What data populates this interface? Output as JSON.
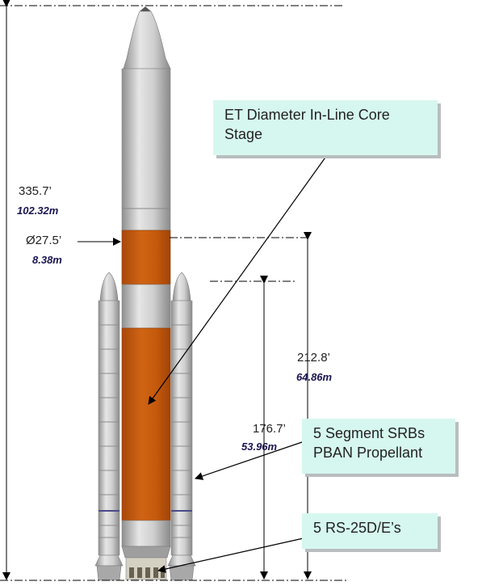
{
  "dimensions": {
    "total_height_ft": "335.7’",
    "total_height_m": "102.32m",
    "core_diameter_ft": "Ø27.5’",
    "core_diameter_m": "8.38m",
    "core_height_ft": "212.8’",
    "core_height_m": "64.86m",
    "srb_height_ft": "176.7’",
    "srb_height_m": "53.96m"
  },
  "callouts": {
    "core_stage": "ET Diameter In-Line Core Stage",
    "srbs_line1": "5 Segment SRBs",
    "srbs_line2": "PBAN Propellant",
    "engines": "5 RS-25D/E’s"
  },
  "colors": {
    "orange_stage": "#c65a0c",
    "gray_body": "#c2c2c2",
    "callout_fill": "#d6f7ef",
    "metric_text": "#1a1450"
  }
}
